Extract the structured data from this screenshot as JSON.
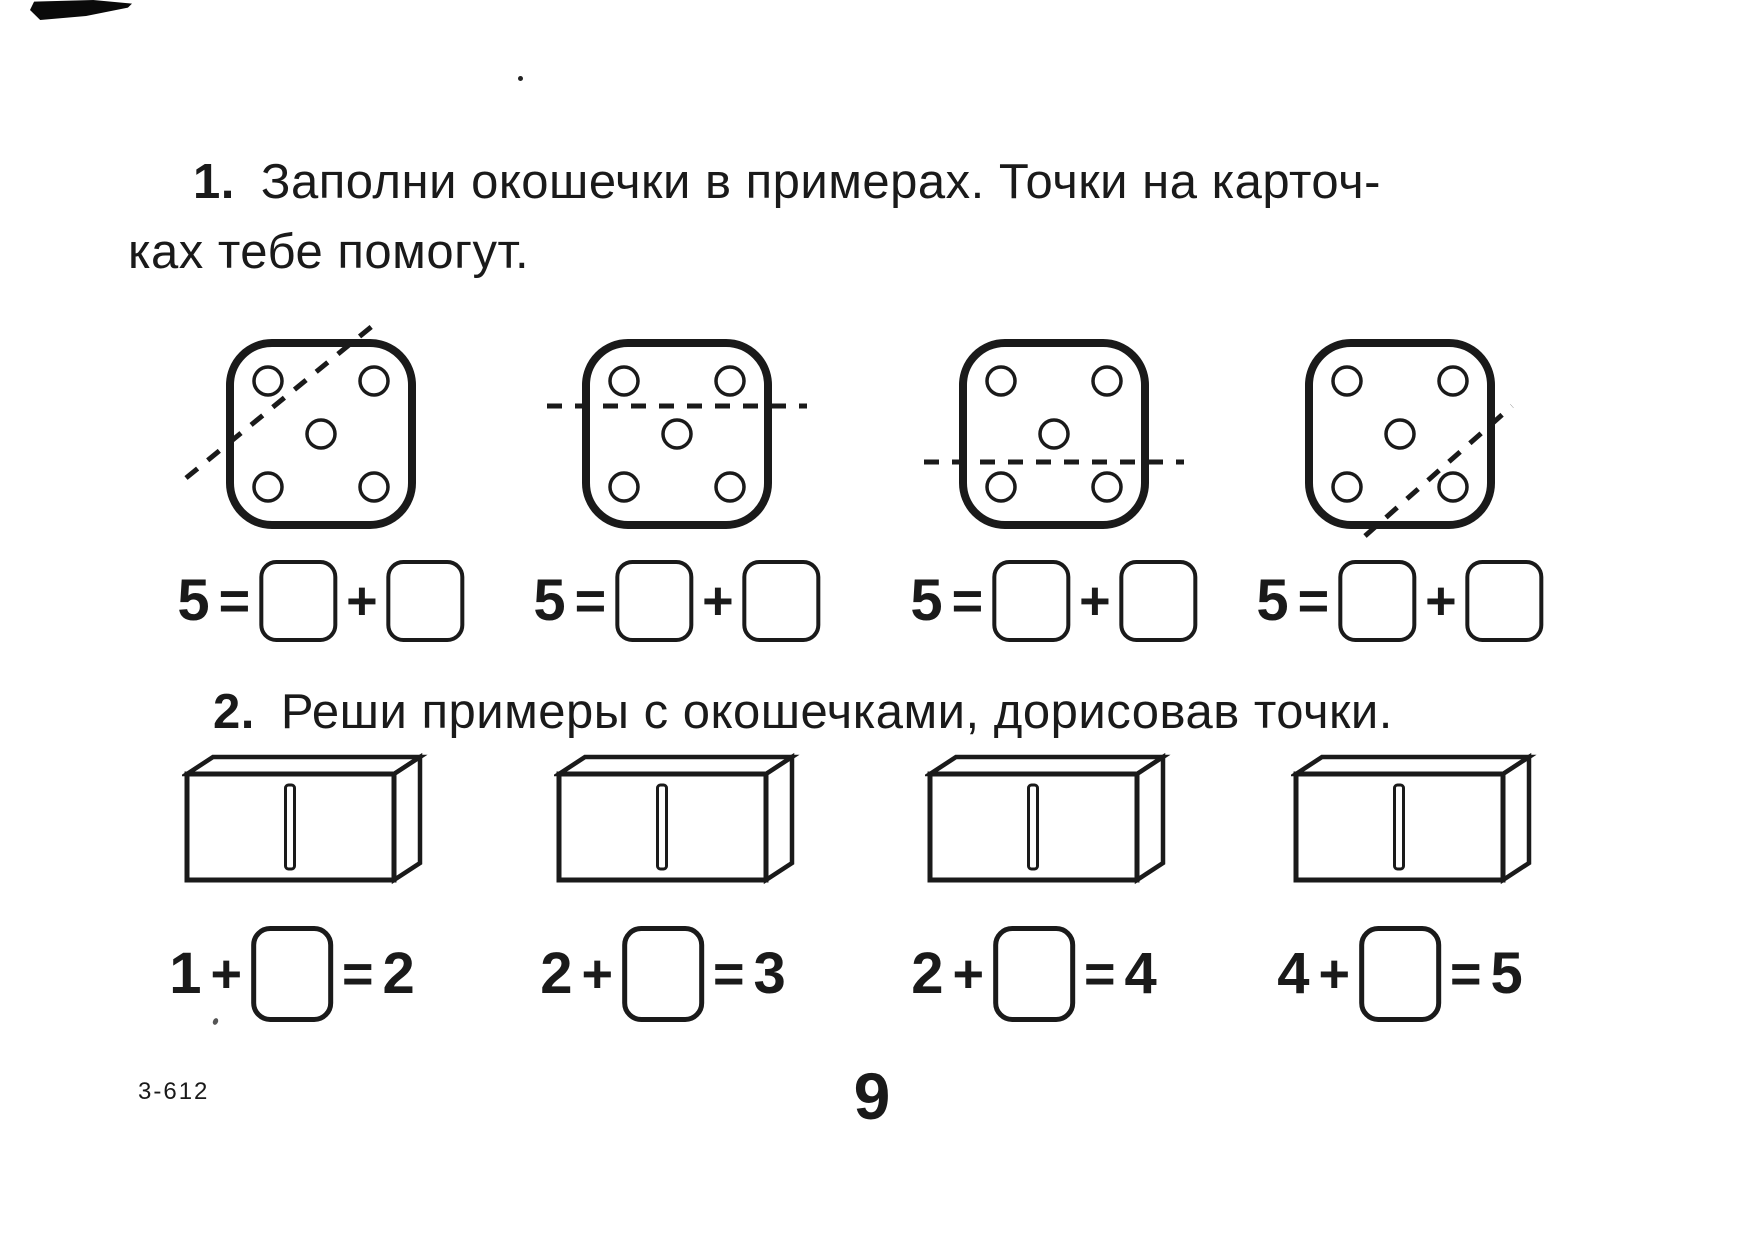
{
  "page": {
    "background": "#ffffff",
    "ink_color": "#1a1a1a",
    "page_number": "9",
    "print_code": "3-612"
  },
  "symbols": {
    "plus": "+",
    "equals": "="
  },
  "task1": {
    "number": "1.",
    "title_line1": "Заполни окошечки в примерах. Точки на карточ-",
    "title_line2": "ках тебе помогут.",
    "cards": [
      {
        "dots": 5,
        "dot_positions": [
          "tl",
          "tr",
          "c",
          "bl",
          "br"
        ],
        "cut": "diagonal-top-left",
        "separates": [
          1,
          4
        ]
      },
      {
        "dots": 5,
        "dot_positions": [
          "tl",
          "tr",
          "c",
          "bl",
          "br"
        ],
        "cut": "horizontal-top",
        "separates": [
          2,
          3
        ]
      },
      {
        "dots": 5,
        "dot_positions": [
          "tl",
          "tr",
          "c",
          "bl",
          "br"
        ],
        "cut": "horizontal-bottom",
        "separates": [
          3,
          2
        ]
      },
      {
        "dots": 5,
        "dot_positions": [
          "tl",
          "tr",
          "c",
          "bl",
          "br"
        ],
        "cut": "diagonal-bottom-right",
        "separates": [
          4,
          1
        ]
      }
    ],
    "totals": [
      "5",
      "5",
      "5",
      "5"
    ]
  },
  "task2": {
    "number": "2.",
    "title": "Реши примеры с окошечками, дорисовав точки.",
    "box_count": 4,
    "equations": [
      {
        "a": "1",
        "b": "2"
      },
      {
        "a": "2",
        "b": "3"
      },
      {
        "a": "2",
        "b": "4"
      },
      {
        "a": "4",
        "b": "5"
      }
    ]
  }
}
